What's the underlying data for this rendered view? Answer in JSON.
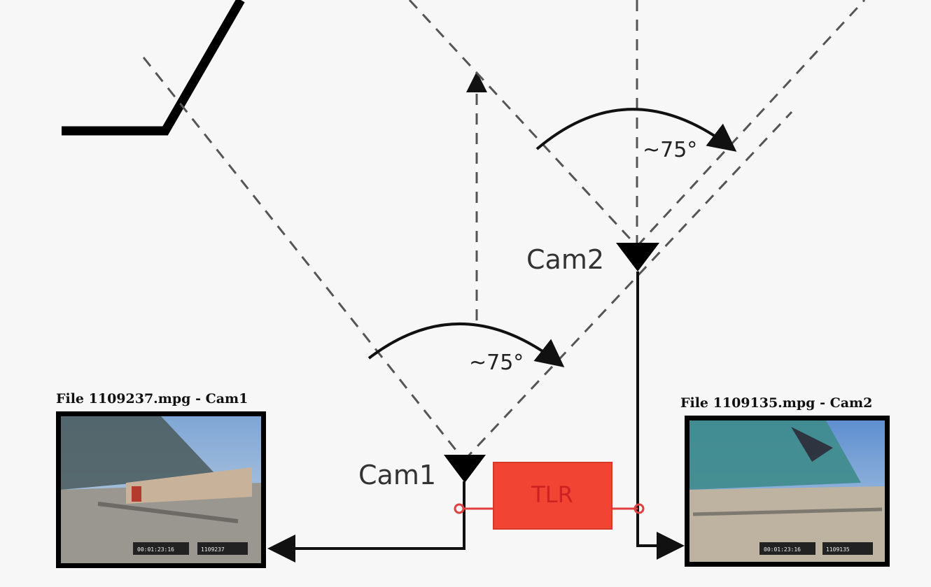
{
  "cameras": {
    "cam1": {
      "label": "Cam1",
      "angle": "~75°"
    },
    "cam2": {
      "label": "Cam2",
      "angle": "~75°"
    }
  },
  "recorder": {
    "label": "TLR",
    "color": "#f24433"
  },
  "thumbnails": {
    "left": {
      "caption": "File 1109237.mpg - Cam1"
    },
    "right": {
      "caption": "File 1109135.mpg - Cam2"
    }
  },
  "colors": {
    "lines": "#111111",
    "dashes": "#555555",
    "connector": "#e04040"
  }
}
